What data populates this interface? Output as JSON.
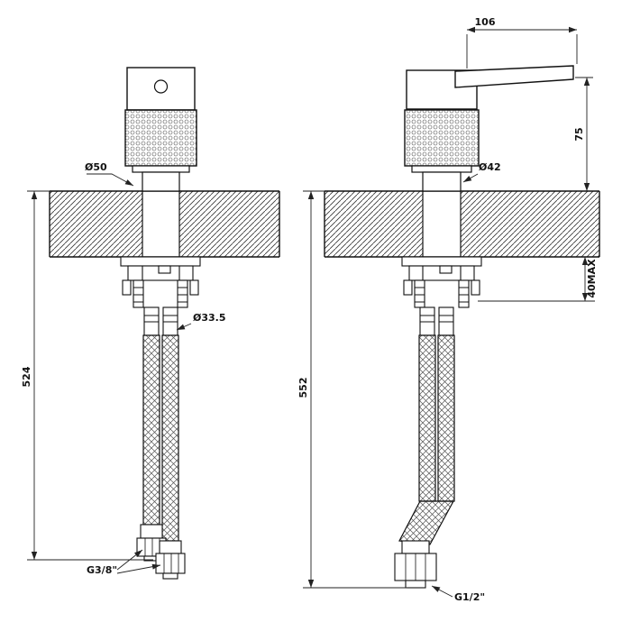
{
  "drawing": {
    "type": "faucet-technical-dimension-drawing",
    "views": {
      "front": {
        "dia_top": "Ø50",
        "dia_shank": "Ø33.5",
        "total_height": "524",
        "hose_thread": "G3/8\""
      },
      "side": {
        "handle_length": "106",
        "body_height": "75",
        "dia_body": "Ø42",
        "deck_max": "40MAX",
        "total_height": "552",
        "supply_thread": "G1/2\""
      }
    }
  }
}
